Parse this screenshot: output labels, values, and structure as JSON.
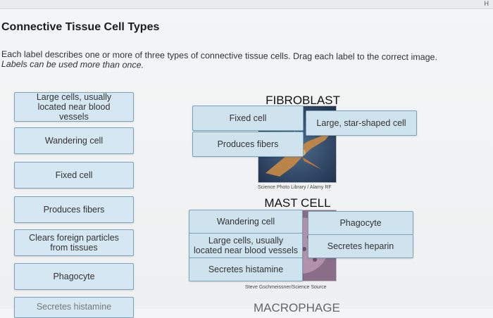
{
  "header": {
    "title": "Connective Tissue Cell Types",
    "corner_mark": "H"
  },
  "instructions": {
    "line1": "Each label describes one or more of three types of connective tissue cells. Drag each label to the correct image.",
    "line2": "Labels can be used more than once."
  },
  "label_bank": [
    {
      "text": "Large cells, usually located near blood vessels"
    },
    {
      "text": "Wandering cell"
    },
    {
      "text": "Fixed cell"
    },
    {
      "text": "Produces fibers"
    },
    {
      "text": "Clears foreign particles from tissues"
    },
    {
      "text": "Phagocyte"
    },
    {
      "text": "Secretes histamine"
    }
  ],
  "targets": {
    "fibroblast": {
      "heading": "FIBROBLAST",
      "credit": "Science Photo Library / Alamy RF",
      "placed": [
        "Fixed cell",
        "Large, star-shaped cell",
        "Produces fibers"
      ]
    },
    "mast_cell": {
      "heading": "MAST CELL",
      "credit": "Steve Gschmeissner/Science Source",
      "placed": [
        "Wandering cell",
        "Phagocyte",
        "Large cells, usually located near blood vessels",
        "Secretes heparin",
        "Secretes histamine"
      ]
    },
    "macrophage": {
      "heading": "MACROPHAGE"
    }
  },
  "colors": {
    "label_bg": "#d4e7f2",
    "label_border": "#7aa2b8"
  }
}
